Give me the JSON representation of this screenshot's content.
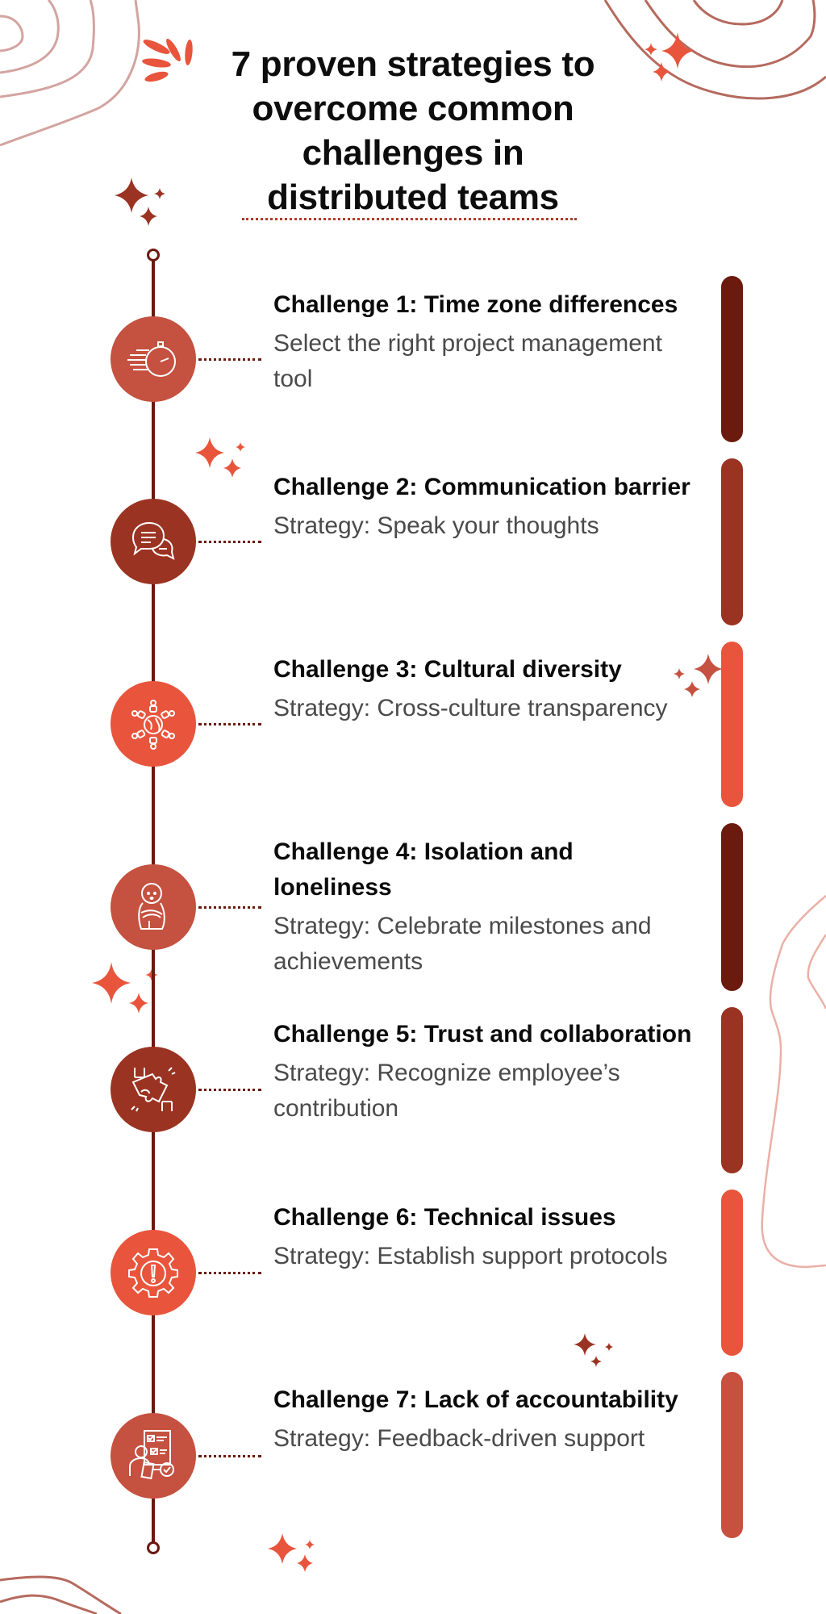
{
  "header": {
    "title_lines": [
      "7 proven strategies to",
      "overcome common",
      "challenges in",
      "distributed teams"
    ]
  },
  "colors": {
    "dark_maroon": "#6b1a0e",
    "rust": "#9b3322",
    "coral": "#e8553c",
    "terracotta": "#c55140",
    "contour": "#c27a70",
    "text_dark": "#0b0b0b",
    "text_gray": "#4a4a4a"
  },
  "challenges": [
    {
      "number": 1,
      "title": "Challenge 1: Time zone differences",
      "strategy": "Select the right project management tool",
      "icon": "stopwatch-icon",
      "circle_color": "#c55140",
      "bar_color": "#6b1a0e"
    },
    {
      "number": 2,
      "title": "Challenge 2: Communication barrier",
      "strategy": "Strategy: Speak your thoughts",
      "icon": "chat-bubbles-icon",
      "circle_color": "#9b3322",
      "bar_color": "#9b3322"
    },
    {
      "number": 3,
      "title": "Challenge 3: Cultural diversity",
      "strategy": "Strategy: Cross-culture transparency",
      "icon": "globe-people-icon",
      "circle_color": "#e8553c",
      "bar_color": "#e8553c"
    },
    {
      "number": 4,
      "title": "Challenge 4: Isolation and loneliness",
      "strategy": "Strategy: Celebrate milestones and achievements",
      "icon": "lonely-person-icon",
      "circle_color": "#c55140",
      "bar_color": "#6b1a0e"
    },
    {
      "number": 5,
      "title": "Challenge 5: Trust and collaboration",
      "strategy": "Strategy: Recognize employee’s contribution",
      "icon": "puzzle-hands-icon",
      "circle_color": "#9b3322",
      "bar_color": "#9b3322"
    },
    {
      "number": 6,
      "title": "Challenge 6: Technical issues",
      "strategy": "Strategy: Establish support protocols",
      "icon": "gear-alert-icon",
      "circle_color": "#e8553c",
      "bar_color": "#e8553c"
    },
    {
      "number": 7,
      "title": "Challenge 7: Lack of accountability",
      "strategy": "Strategy: Feedback-driven support",
      "icon": "checklist-person-icon",
      "circle_color": "#c55140",
      "bar_color": "#c8503e"
    }
  ]
}
